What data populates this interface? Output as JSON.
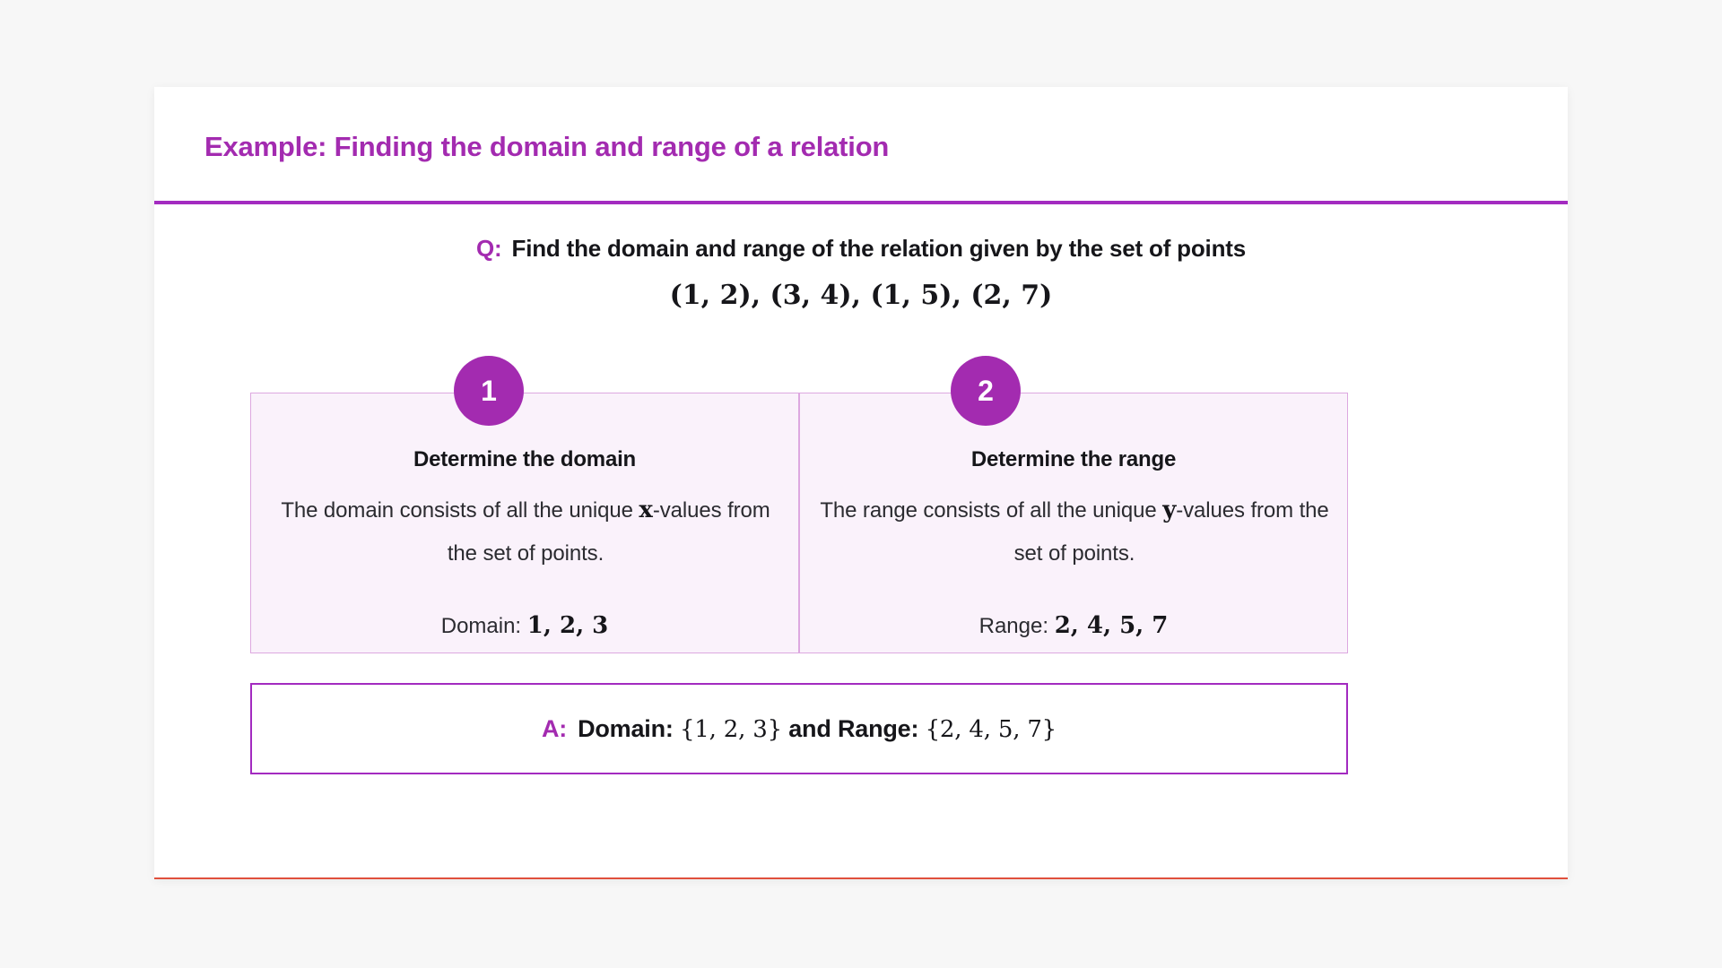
{
  "theme": {
    "accent": "#a32bb0",
    "accent_rule": "#a32bc0",
    "card_bg": "#faf2fb",
    "card_border": "#dda8e0",
    "page_bg": "#f7f7f7",
    "panel_bg": "#ffffff",
    "bottom_rule": "#e0503c",
    "text": "#16161a"
  },
  "header": {
    "title": "Example: Finding the domain and range of a relation"
  },
  "question": {
    "label": "Q:",
    "text": "Find the domain and range of the relation given by the set of points",
    "math": "(1, 2), (3, 4), (1, 5), (2, 7)"
  },
  "steps": [
    {
      "badge": "1",
      "title": "Determine the domain",
      "body_pre": "The domain consists of all the unique ",
      "body_var": "x",
      "body_post": "-values from the set of points.",
      "result_label": "Domain: ",
      "result_value": "1, 2, 3"
    },
    {
      "badge": "2",
      "title": "Determine the range",
      "body_pre": "The range consists of all the unique ",
      "body_var": "y",
      "body_post": "-values from the set of points.",
      "result_label": "Range: ",
      "result_value": "2, 4, 5, 7"
    }
  ],
  "answer": {
    "label": "A:",
    "domain_label": "Domain: ",
    "domain_set": "{1, 2, 3}",
    "conjunction": " and ",
    "range_label": "Range: ",
    "range_set": "{2, 4, 5, 7}"
  }
}
